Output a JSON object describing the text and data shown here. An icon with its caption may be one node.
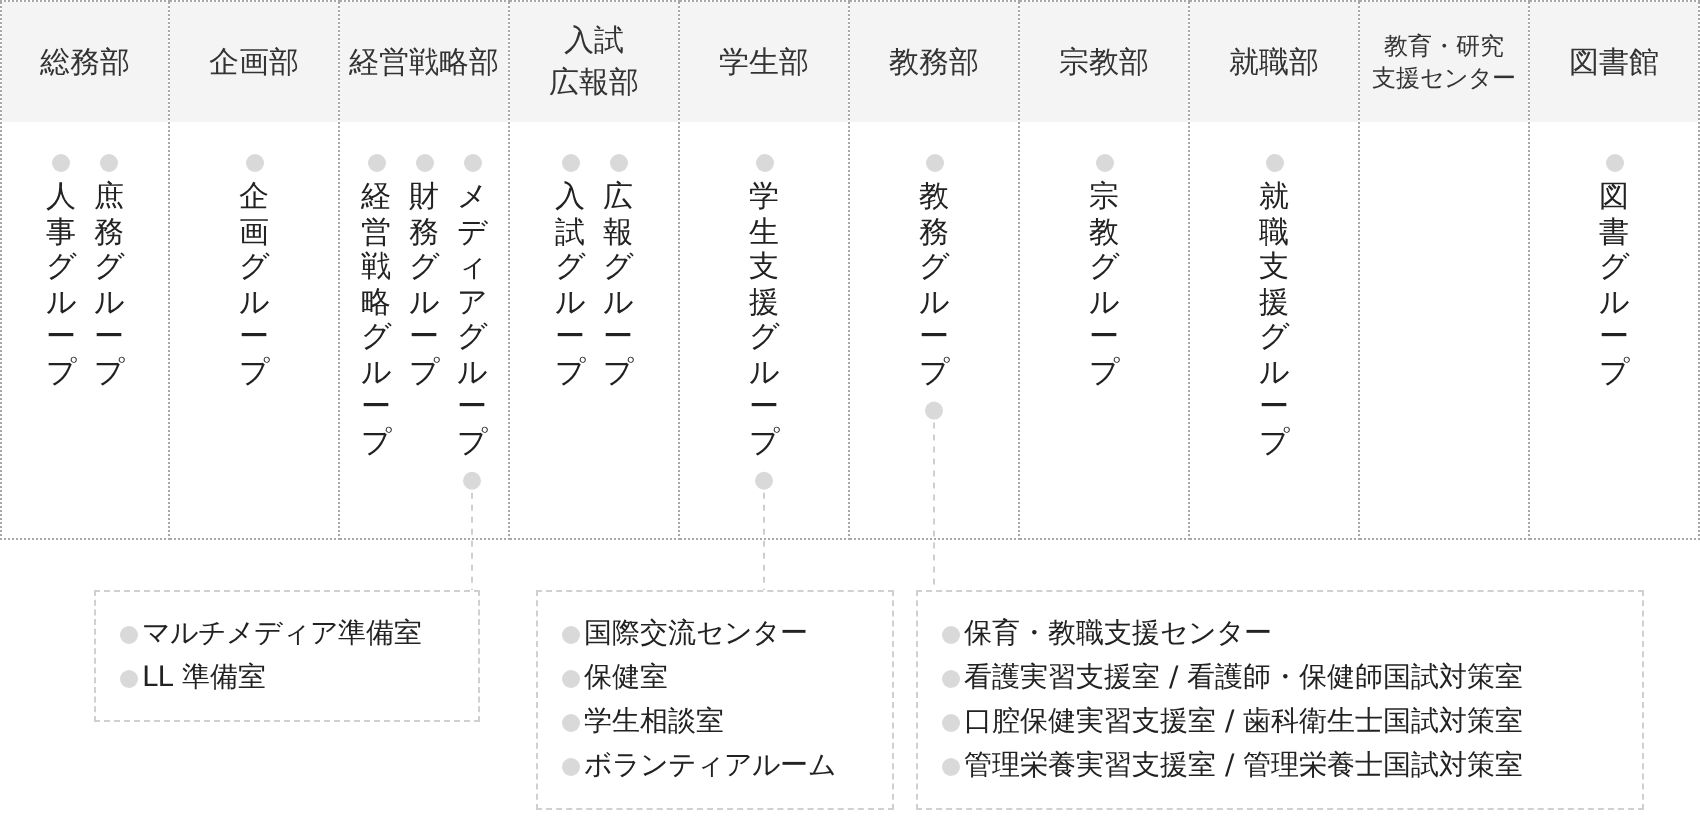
{
  "diagram": {
    "nodes": [
      {
        "text": [
          "総務部"
        ]
      },
      {
        "text": [
          "企画部"
        ]
      },
      {
        "text": [
          "経営戦略部"
        ]
      },
      {
        "text": [
          "入試広報部"
        ]
      },
      {
        "text": [
          "学生部"
        ]
      },
      {
        "text": [
          "教務部"
        ]
      },
      {
        "text": [
          "宗教部"
        ]
      },
      {
        "text": [
          "就職部"
        ]
      },
      {
        "text": [
          "教育・研究支援センター"
        ]
      },
      {
        "text": [
          "図書館"
        ]
      },
      {
        "text": [
          "人事グループ"
        ],
        "in": 0
      },
      {
        "text": [
          "庶務グループ"
        ],
        "in": 0
      },
      {
        "text": [
          "企画グループ"
        ],
        "in": 1
      },
      {
        "text": [
          "経営戦略グループ"
        ],
        "in": 2
      },
      {
        "text": [
          "財務グループ"
        ],
        "in": 2
      },
      {
        "text": [
          "メディアグループ"
        ],
        "in": 2
      },
      {
        "text": [
          "入試グループ"
        ],
        "in": 3
      },
      {
        "text": [
          "広報グループ"
        ],
        "in": 3
      },
      {
        "text": [
          "学生支援グループ"
        ],
        "in": 4
      },
      {
        "text": [
          "教務グループ"
        ],
        "in": 5
      },
      {
        "text": [
          "宗教グループ"
        ],
        "in": 6
      },
      {
        "text": [
          "就職支援グループ"
        ],
        "in": 7
      },
      {
        "text": [
          "図書グループ"
        ],
        "in": 9
      },
      {
        "text": [
          "マルチメディア準備室",
          "LL 準備室"
        ]
      },
      {
        "text": [
          "国際交流センター",
          "保健室",
          "学生相談室",
          "ボランティアルーム"
        ]
      },
      {
        "text": [
          "保育・教職支援センター",
          "看護実習支援室 / 看護師・保健師国試対策室",
          "口腔保健実習支援室 / 歯科衛生士国試対策室",
          "管理栄養実習支援室 / 管理栄養士国試対策室"
        ]
      }
    ],
    "edges": [
      {
        "from": 15,
        "to": 23,
        "arrow": "other",
        "style": "dashed"
      },
      {
        "from": 18,
        "to": 24,
        "arrow": "other",
        "style": "dashed"
      },
      {
        "from": 19,
        "to": 25,
        "arrow": "other",
        "style": "dashed"
      }
    ]
  }
}
